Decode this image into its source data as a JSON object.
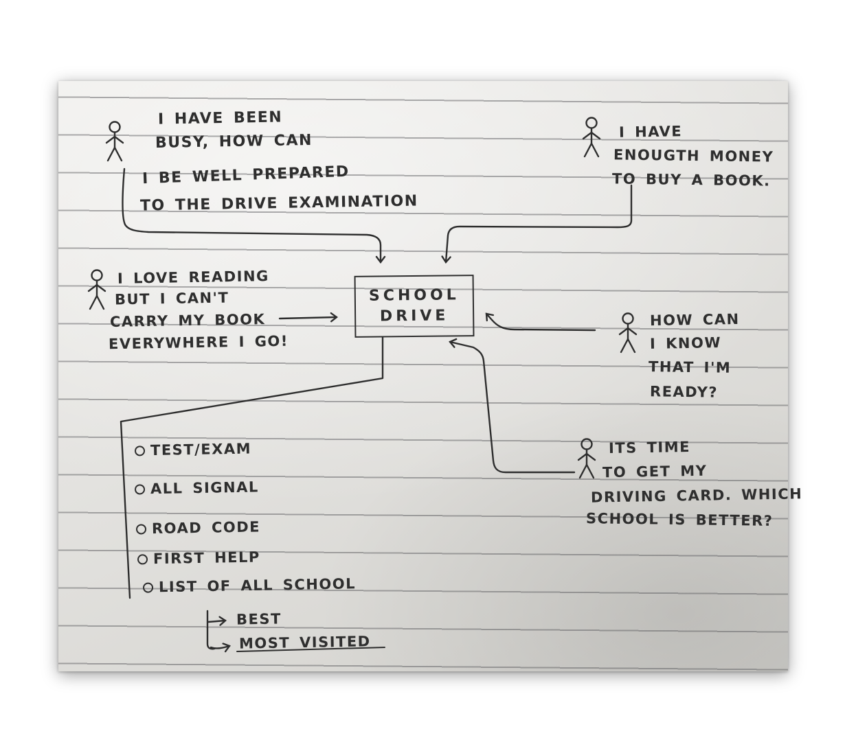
{
  "colors": {
    "ink": "#2d2d2d",
    "paper": "#e3e2df",
    "rule_line": "#5f5f62",
    "background": "#ffffff"
  },
  "box": {
    "line1": "SCHOOL",
    "line2": "DRIVE"
  },
  "speakers": [
    {
      "id": "busy-student",
      "lines": [
        "I HAVE BEEN",
        "BUSY, HOW CAN",
        "I BE WELL PREPARED",
        "TO THE DRIVE EXAMINATION"
      ]
    },
    {
      "id": "has-money",
      "lines": [
        "I HAVE",
        "ENOUGTH MONEY",
        "TO BUY A BOOK."
      ]
    },
    {
      "id": "loves-reading",
      "lines": [
        "I LOVE READING",
        "BUT I CAN'T",
        "CARRY MY BOOK",
        "EVERYWHERE I GO!"
      ]
    },
    {
      "id": "am-i-ready",
      "lines": [
        "HOW CAN",
        "I KNOW",
        "THAT I'M",
        "READY?"
      ]
    },
    {
      "id": "which-school",
      "lines": [
        "ITS TIME",
        "TO GET MY",
        "DRIVING CARD. WHICH",
        "SCHOOL IS BETTER?"
      ]
    }
  ],
  "list": {
    "items": [
      "TEST/EXAM",
      "ALL SIGNAL",
      "ROAD CODE",
      "FIRST HELP",
      "LIST OF ALL SCHOOL"
    ],
    "subitems": [
      "BEST",
      "MOST VISITED"
    ]
  }
}
